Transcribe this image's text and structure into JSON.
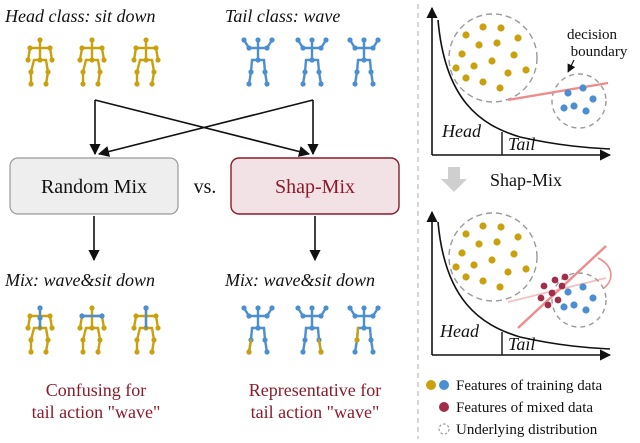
{
  "left": {
    "head_class_title": "Head class: sit down",
    "tail_class_title": "Tail class: wave",
    "random_mix_label": "Random Mix",
    "vs_label": "vs.",
    "shap_mix_label": "Shap-Mix",
    "mix_left_title": "Mix: wave&sit down",
    "mix_right_title": "Mix: wave&sit down",
    "caption_left": [
      "Confusing for",
      "tail action \"wave\""
    ],
    "caption_right": [
      "Representative for",
      "tail action \"wave\""
    ]
  },
  "right": {
    "decision_boundary_label": [
      "decision",
      "boundary"
    ],
    "head_label_top": "Head",
    "tail_label_top": "Tail",
    "arrow_label": "Shap-Mix",
    "head_label_bottom": "Head",
    "tail_label_bottom": "Tail"
  },
  "legend": {
    "training": "Features of training data",
    "mixed": "Features of mixed data",
    "underlying": "Underlying distribution"
  },
  "colors": {
    "gold": "#c9a10e",
    "blue": "#4b8fd0",
    "mixed": "#a12d4a",
    "accent_text": "#8b1a2b",
    "pink_line": "#ee8c8c",
    "random_fill": "#eeeeee",
    "shap_fill": "#f3e2e5"
  }
}
